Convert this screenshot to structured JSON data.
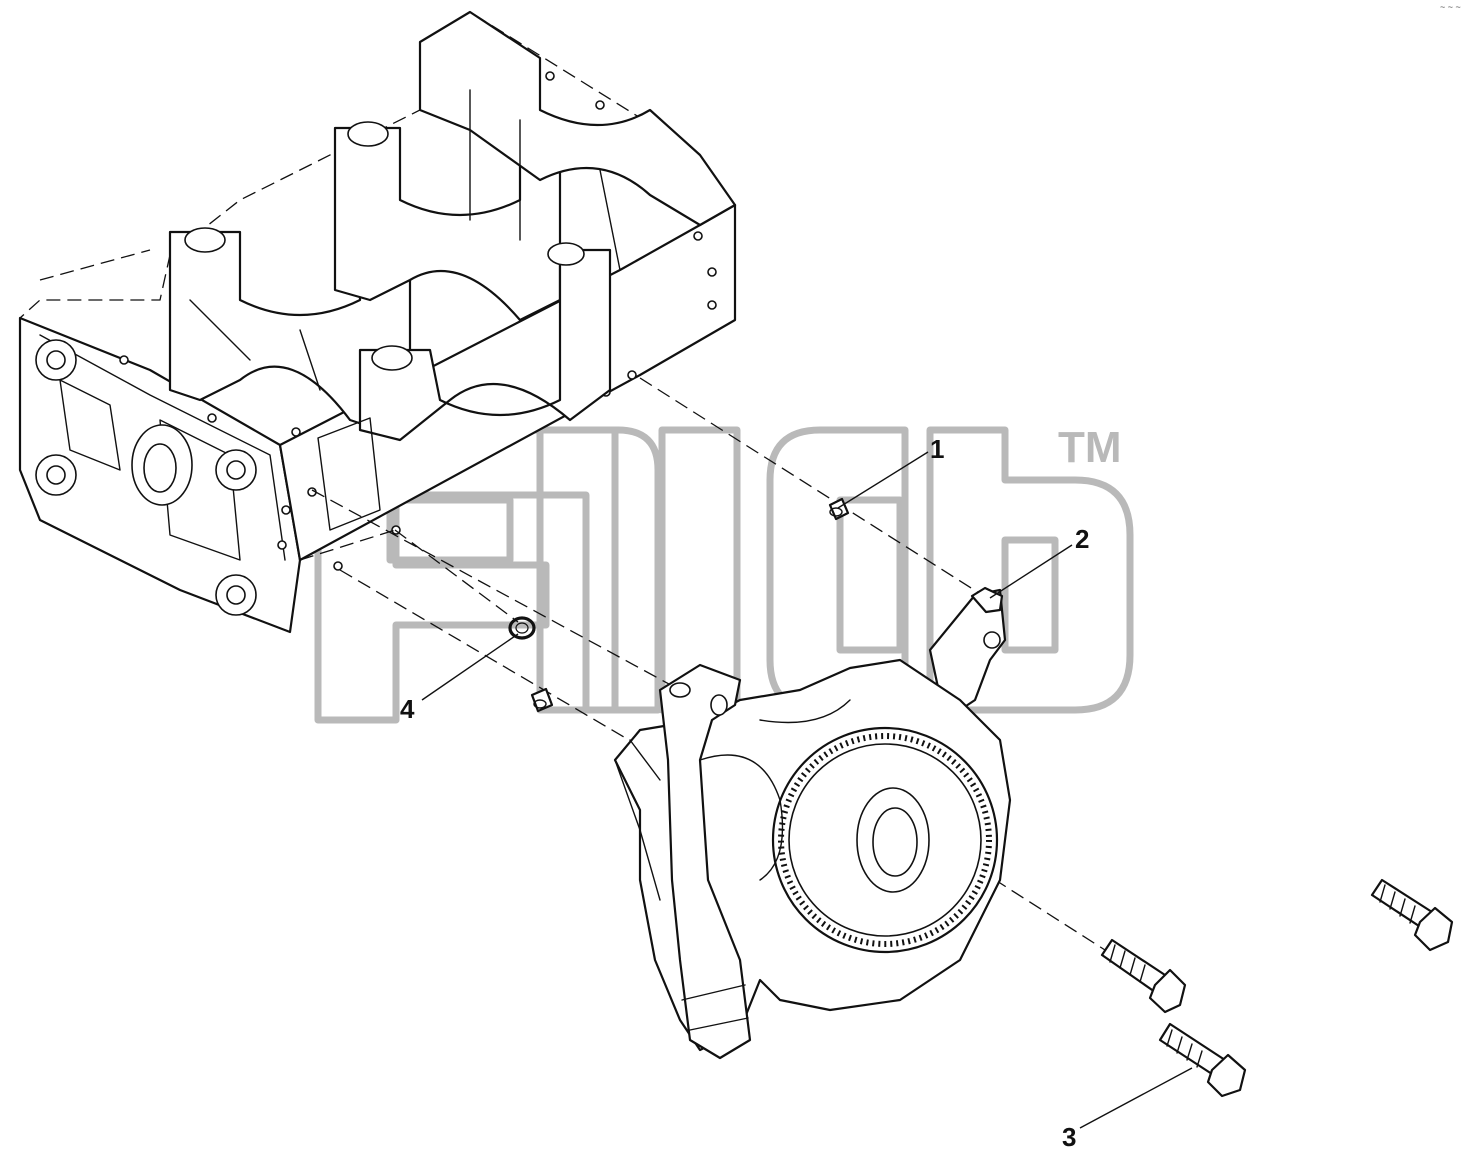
{
  "callouts": [
    {
      "id": "1",
      "text": "1"
    },
    {
      "id": "2",
      "text": "2"
    },
    {
      "id": "3",
      "text": "3"
    },
    {
      "id": "4",
      "text": "4"
    }
  ],
  "watermark": {
    "trademark": "TM"
  },
  "corner_code": "~ ~ ~",
  "colors": {
    "line": "#111111",
    "watermark": "#b9b9b9",
    "background": "#ffffff"
  }
}
